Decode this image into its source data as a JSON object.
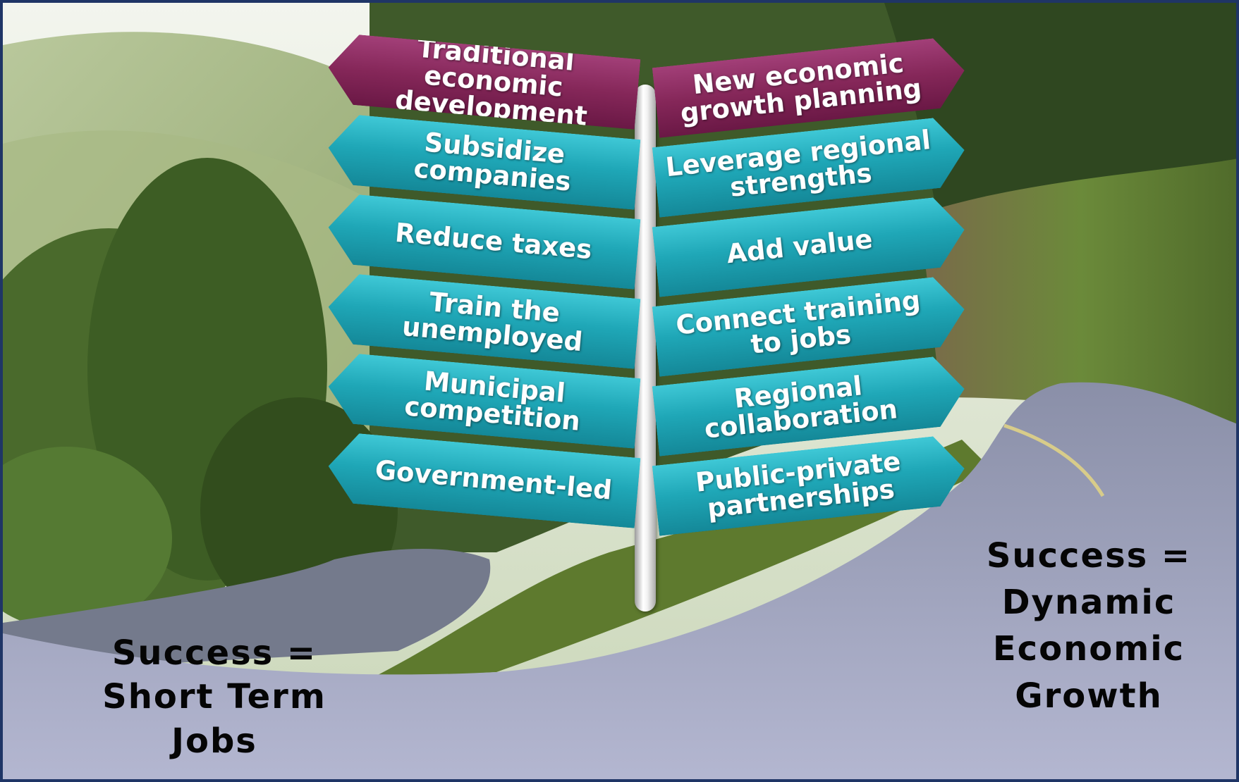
{
  "left_signs": [
    "Traditional economic development",
    "Subsidize companies",
    "Reduce taxes",
    "Train the unemployed",
    "Municipal competition",
    "Government-led"
  ],
  "right_signs": [
    "New economic growth planning",
    "Leverage regional strengths",
    "Add value",
    "Connect training to jobs",
    "Regional collaboration",
    "Public-private partnerships"
  ],
  "captions": {
    "left": "Success = Short Term Jobs",
    "right": "Success = Dynamic Economic Growth"
  },
  "colors": {
    "header_sign": "#852759",
    "item_sign": "#1fa7b7",
    "frame": "#1f3566"
  }
}
